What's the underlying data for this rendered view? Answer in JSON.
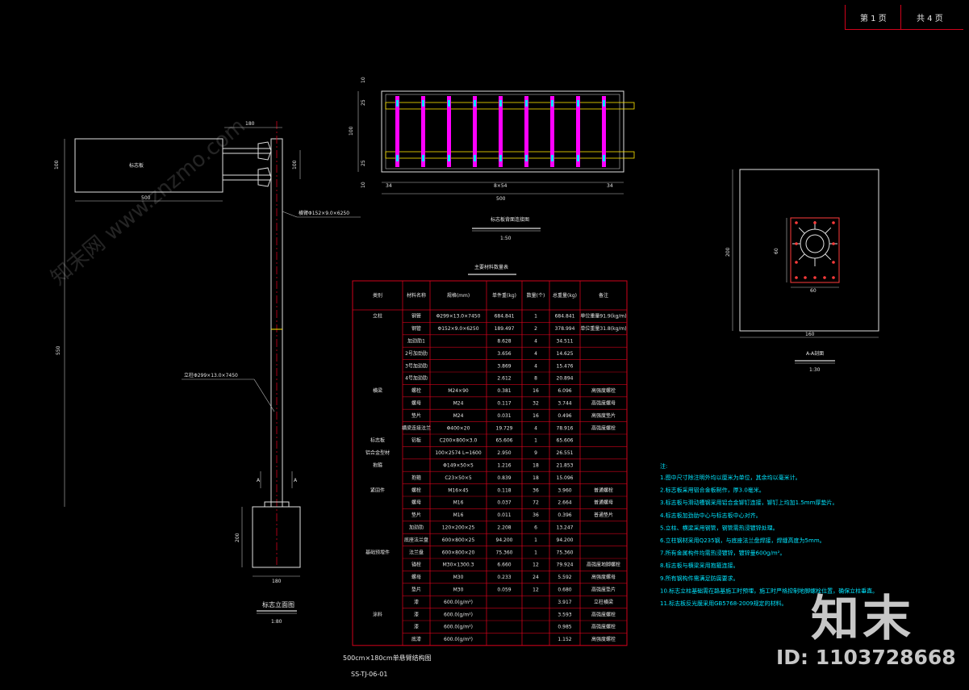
{
  "header": {
    "page_current": "第 1 页",
    "page_total": "共 4 页"
  },
  "elevation": {
    "sign_label": "标志板",
    "dim_top_width": "180",
    "dim_panel_height": "100",
    "dim_panel_width": "500",
    "dim_arm_spacing": "100",
    "dim_total_height": "550",
    "arm_callout": "横臂Φ152×9.0×6250",
    "pole_callout": "立柱Φ299×13.0×7450",
    "dim_foundation_height": "200",
    "dim_foundation_width": "180",
    "section_mark_left": "A",
    "section_mark_right": "A",
    "title": "标志立面图",
    "scale": "1:80"
  },
  "plan_view": {
    "dim_left_top": "10",
    "dim_left_a": "25",
    "dim_left_mid": "100",
    "dim_left_b": "25",
    "dim_left_bottom": "10",
    "dim_bottom_left": "34",
    "dim_bottom_mid": "8×54",
    "dim_bottom_right": "34",
    "dim_total_width": "500",
    "title": "标志板背面连接图",
    "scale": "1:50"
  },
  "section": {
    "dim_height": "200",
    "dim_plate_height": "60",
    "dim_plate_width": "60",
    "dim_width": "160",
    "title": "A-A剖面",
    "scale": "1:30"
  },
  "table": {
    "title": "主要材料数量表",
    "headers": [
      "类别",
      "材料名称",
      "规格(mm)",
      "单件重(kg)",
      "数量(个)",
      "总重量(kg)",
      "备注"
    ],
    "rows": [
      [
        "立柱",
        "钢管",
        "Φ299×13.0×7450",
        "684.841",
        "1",
        "684.841",
        "单位重量91.9(kg/m)"
      ],
      [
        "",
        "钢管",
        "Φ152×9.0×6250",
        "189.497",
        "2",
        "378.994",
        "单位重量31.8(kg/m)"
      ],
      [
        "",
        "加劲肋1",
        "",
        "8.628",
        "4",
        "34.511",
        ""
      ],
      [
        "",
        "2号加劲肋",
        "",
        "3.656",
        "4",
        "14.625",
        ""
      ],
      [
        "",
        "3号加劲肋",
        "",
        "3.869",
        "4",
        "15.476",
        ""
      ],
      [
        "",
        "4号加劲肋",
        "",
        "2.612",
        "8",
        "20.894",
        ""
      ],
      [
        "横梁",
        "螺栓",
        "M24×90",
        "0.381",
        "16",
        "6.096",
        "高强度螺栓"
      ],
      [
        "",
        "螺母",
        "M24",
        "0.117",
        "32",
        "3.744",
        "高强度螺母"
      ],
      [
        "",
        "垫片",
        "M24",
        "0.031",
        "16",
        "0.496",
        "高强度垫片"
      ],
      [
        "",
        "横梁连接法兰",
        "Φ400×20",
        "19.729",
        "4",
        "78.916",
        "高强度螺栓"
      ],
      [
        "标志板",
        "铝板",
        "C200×800×3.0",
        "65.606",
        "1",
        "65.606",
        ""
      ],
      [
        "铝合金型材",
        "",
        "100×2574 L=1600",
        "2.950",
        "9",
        "26.551",
        ""
      ],
      [
        "抱箍",
        "",
        "Φ149×50×5",
        "1.216",
        "18",
        "21.853",
        ""
      ],
      [
        "",
        "抱箍",
        "C23×50×5",
        "0.839",
        "18",
        "15.096",
        ""
      ],
      [
        "紧固件",
        "螺栓",
        "M16×45",
        "0.118",
        "36",
        "3.960",
        "普通螺栓"
      ],
      [
        "",
        "螺母",
        "M16",
        "0.037",
        "72",
        "2.664",
        "普通螺母"
      ],
      [
        "",
        "垫片",
        "M16",
        "0.011",
        "36",
        "0.396",
        "普通垫片"
      ],
      [
        "",
        "加劲肋",
        "120×200×25",
        "2.208",
        "6",
        "13.247",
        ""
      ],
      [
        "",
        "底座法兰盘",
        "600×800×25",
        "94.200",
        "1",
        "94.200",
        ""
      ],
      [
        "基础预埋件",
        "法兰盘",
        "600×800×20",
        "75.360",
        "1",
        "75.360",
        ""
      ],
      [
        "",
        "锚栓",
        "M30×1300.3",
        "6.660",
        "12",
        "79.924",
        "高强度地脚螺栓"
      ],
      [
        "",
        "螺母",
        "M30",
        "0.233",
        "24",
        "5.592",
        "高强度螺母"
      ],
      [
        "",
        "垫片",
        "M30",
        "0.059",
        "12",
        "0.680",
        "高强度垫片"
      ],
      [
        "",
        "漆",
        "600.0(g/m²)",
        "",
        "",
        "3.917",
        "立柱横梁"
      ],
      [
        "涂料",
        "漆",
        "600.0(g/m²)",
        "",
        "",
        "3.593",
        "高强度螺栓"
      ],
      [
        "",
        "漆",
        "600.0(g/m²)",
        "",
        "",
        "0.985",
        "高强度螺栓"
      ],
      [
        "",
        "底漆",
        "600.0(g/m²)",
        "",
        "",
        "1.152",
        "高强度螺栓"
      ]
    ]
  },
  "notes": {
    "heading": "注:",
    "items": [
      "1.图中尺寸除注明外均以厘米为单位，其余均以毫米计。",
      "2.标志板采用铝合金板制作，厚3.0毫米。",
      "3.标志板与滑动槽钢采用铝合金铆钉连接，铆钉上均加1.5mm厚垫片。",
      "4.标志板加劲肋中心与标志板中心对齐。",
      "5.立柱、横梁采用钢管，钢管需热浸镀锌处理。",
      "6.立柱钢材采用Q235钢，与底座法兰盘焊接，焊缝高度为5mm。",
      "7.所有金属构件均需热浸镀锌，镀锌量600g/m²。",
      "8.标志板与横梁采用抱箍连接。",
      "9.所有钢构件需满足防腐要求。",
      "10.标志立柱基础需在路基施工时预埋，施工时严格控制地脚螺栓位置，确保立柱垂直。",
      "11.标志板反光膜采用GB5768-2009规定的材料。"
    ]
  },
  "footer": {
    "drawing_title": "500cm×180cm单悬臂结构图",
    "drawing_code": "SS-TJ-06-01"
  },
  "watermark": {
    "brand": "知末",
    "id_text": "ID: 1103728668",
    "diagonal": "知末网 www.znzmo.com"
  },
  "colors": {
    "background": "#000000",
    "frame_red": "#d0021b",
    "magenta": "#ff00ff",
    "cyan": "#00e5ff",
    "yellow": "#ffe600"
  }
}
